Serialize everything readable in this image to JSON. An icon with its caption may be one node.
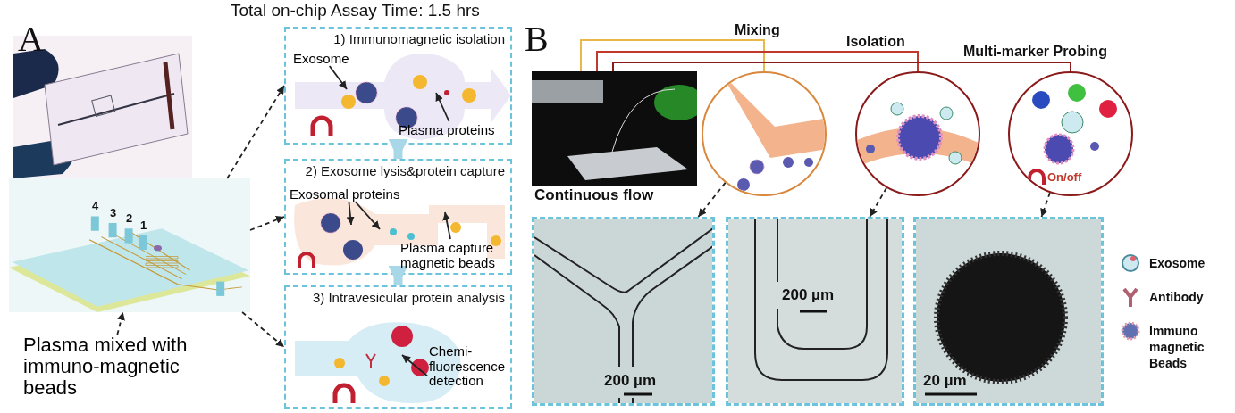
{
  "diagram": {
    "nodes": [
      {
        "text": [],
        "shape": "picture"
      },
      {
        "text": [],
        "shape": "picture"
      },
      {
        "text": [
          "Plasma mixed with immuno-magnetic beads"
        ]
      },
      {
        "text": [
          "1) Immunomagnetic isolation"
        ]
      },
      {
        "text": [
          "Exosome"
        ],
        "in": 3
      },
      {
        "text": [
          "Plasma proteins"
        ],
        "in": 3
      },
      {
        "text": [
          "2) Exosome lysis&protein capture"
        ]
      },
      {
        "text": [
          "Exosomal proteins"
        ],
        "in": 6
      },
      {
        "text": [
          "Plasma capture magnetic beads"
        ],
        "in": 6
      },
      {
        "text": [
          "3) Intravesicular protein analysis"
        ]
      },
      {
        "text": [
          "Chemi-fluorescence detection"
        ],
        "in": 9
      },
      {
        "text": [],
        "shape": "picture",
        "beside": [
          "Continuous flow"
        ]
      },
      {
        "text": [],
        "shape": "circle"
      },
      {
        "text": [],
        "shape": "circle"
      },
      {
        "text": [
          "On/off"
        ]
      },
      {
        "text": [
          "200 µm"
        ]
      },
      {
        "text": [
          "200 µm"
        ]
      },
      {
        "text": [
          "20 µm"
        ]
      }
    ],
    "edges": [
      {
        "from": 2,
        "to": 1,
        "arrow": "to",
        "style": "dashed"
      },
      {
        "from": 1,
        "to": 3,
        "arrow": "to",
        "style": "dashed"
      },
      {
        "from": 1,
        "to": 6,
        "arrow": "to",
        "style": "dashed"
      },
      {
        "from": 1,
        "to": 9,
        "arrow": "to",
        "style": "dashed"
      },
      {
        "from": 3,
        "to": 6,
        "arrow": "to",
        "style": "thick",
        "color": "#a8d8e8"
      },
      {
        "from": 6,
        "to": 9,
        "arrow": "to",
        "style": "thick",
        "color": "#a8d8e8"
      },
      {
        "from": 4,
        "to": null,
        "arrow": "to"
      },
      {
        "from": 5,
        "to": null,
        "arrow": "to"
      },
      {
        "from": 7,
        "to": null,
        "arrow": "to"
      },
      {
        "from": 7,
        "to": null,
        "arrow": "to"
      },
      {
        "from": 8,
        "to": null,
        "arrow": "to"
      },
      {
        "from": 10,
        "to": null,
        "arrow": "to"
      },
      {
        "from": 11,
        "to": 12,
        "arrow": "none",
        "label": "Mixing",
        "color": "#e8b84a"
      },
      {
        "from": 11,
        "to": 13,
        "arrow": "none",
        "label": "Isolation",
        "color": "#c0392b"
      },
      {
        "from": 11,
        "to": 14,
        "arrow": "none",
        "label": "Multi-marker Probing",
        "color": "#8b1a1a"
      },
      {
        "from": 12,
        "to": 15,
        "arrow": "to",
        "style": "dashed"
      },
      {
        "from": 13,
        "to": 16,
        "arrow": "to",
        "style": "dashed"
      },
      {
        "from": 14,
        "to": 17,
        "arrow": "to",
        "style": "dashed"
      }
    ],
    "labels": [
      "A",
      "Total on-chip Assay Time: 1.5 hrs",
      "4",
      "3",
      "2",
      "1",
      "B"
    ],
    "legend": [
      {
        "text": "Exosome"
      },
      {
        "text": "Antibody"
      },
      {
        "text": "Immuno magnetic Beads"
      }
    ]
  }
}
